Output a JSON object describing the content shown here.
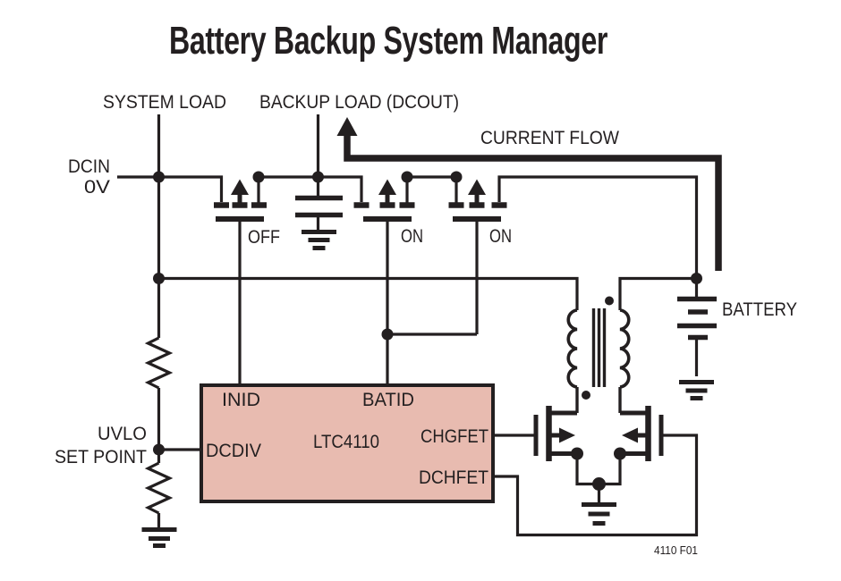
{
  "figure": {
    "title": "Battery Backup System Manager",
    "fig_ref": "4110 F01"
  },
  "colors": {
    "ink": "#231f20",
    "chip_fill": "#e8bbb0",
    "background": "#ffffff"
  },
  "labels": {
    "system_load": "SYSTEM LOAD",
    "backup_load": "BACKUP LOAD (DCOUT)",
    "current_flow": "CURRENT FLOW",
    "dcin": "DCIN",
    "dcin_voltage": "0V",
    "fet1_state": "OFF",
    "fet2_state": "ON",
    "fet3_state": "ON",
    "battery": "BATTERY",
    "uvlo_line1": "UVLO",
    "uvlo_line2": "SET POINT"
  },
  "chip": {
    "part_number": "LTC4110",
    "pins": {
      "inid": "INID",
      "batid": "BATID",
      "dcdiv": "DCDIV",
      "chgfet": "CHGFET",
      "dchfet": "DCHFET"
    }
  }
}
